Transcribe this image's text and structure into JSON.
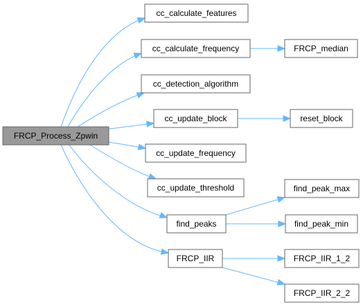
{
  "colors": {
    "edge": "#63b8ff",
    "node_border": "#666666",
    "root_fill": "#999999",
    "node_fill": "#ffffff"
  },
  "nodes": {
    "root": "FRCP_Process_Zpwin",
    "cc_calculate_features": "cc_calculate_features",
    "cc_calculate_frequency": "cc_calculate_frequency",
    "frcp_median": "FRCP_median",
    "cc_detection_algorithm": "cc_detection_algorithm",
    "cc_update_block": "cc_update_block",
    "reset_block": "reset_block",
    "cc_update_frequency": "cc_update_frequency",
    "cc_update_threshold": "cc_update_threshold",
    "find_peaks": "find_peaks",
    "find_peak_max": "find_peak_max",
    "find_peak_min": "find_peak_min",
    "frcp_iir": "FRCP_IIR",
    "frcp_iir_1_2": "FRCP_IIR_1_2",
    "frcp_iir_2_2": "FRCP_IIR_2_2"
  },
  "edges": [
    [
      "root",
      "cc_calculate_features"
    ],
    [
      "root",
      "cc_calculate_frequency"
    ],
    [
      "root",
      "cc_detection_algorithm"
    ],
    [
      "root",
      "cc_update_block"
    ],
    [
      "root",
      "cc_update_frequency"
    ],
    [
      "root",
      "cc_update_threshold"
    ],
    [
      "root",
      "find_peaks"
    ],
    [
      "root",
      "frcp_iir"
    ],
    [
      "cc_calculate_frequency",
      "frcp_median"
    ],
    [
      "cc_update_block",
      "reset_block"
    ],
    [
      "find_peaks",
      "find_peak_max"
    ],
    [
      "find_peaks",
      "find_peak_min"
    ],
    [
      "frcp_iir",
      "frcp_iir_1_2"
    ],
    [
      "frcp_iir",
      "frcp_iir_2_2"
    ]
  ]
}
